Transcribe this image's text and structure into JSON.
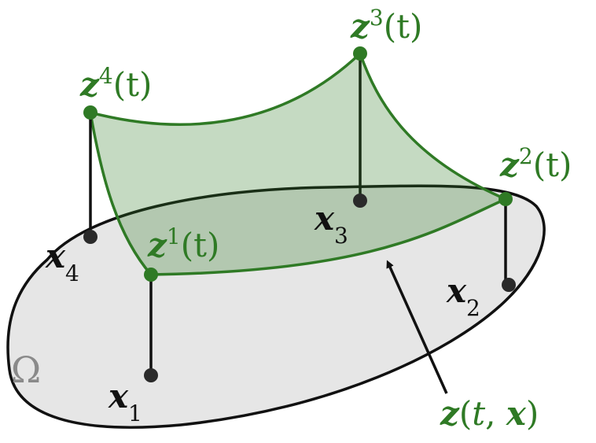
{
  "domain_label": {
    "symbol": "Ω",
    "color": "#8a8a8a",
    "fill": "#e6e6e6"
  },
  "surface": {
    "color": "#2f7a25",
    "fill": "#2f7a25",
    "label": {
      "var": "z",
      "open": "(",
      "arg1": "t",
      "comma": ", ",
      "arg2": "x",
      "close": ")"
    }
  },
  "nodes": [
    {
      "base": "x",
      "base_sub": "1",
      "top": "z",
      "top_sup": "1",
      "top_arg": "(t)"
    },
    {
      "base": "x",
      "base_sub": "2",
      "top": "z",
      "top_sup": "2",
      "top_arg": "(t)"
    },
    {
      "base": "x",
      "base_sub": "3",
      "top": "z",
      "top_sup": "3",
      "top_arg": "(t)"
    },
    {
      "base": "x",
      "base_sub": "4",
      "top": "z",
      "top_sup": "4",
      "top_arg": "(t)"
    }
  ],
  "colors": {
    "green": "#2f7a25",
    "dark": "#111111",
    "point_dark": "#2a2a2a"
  }
}
